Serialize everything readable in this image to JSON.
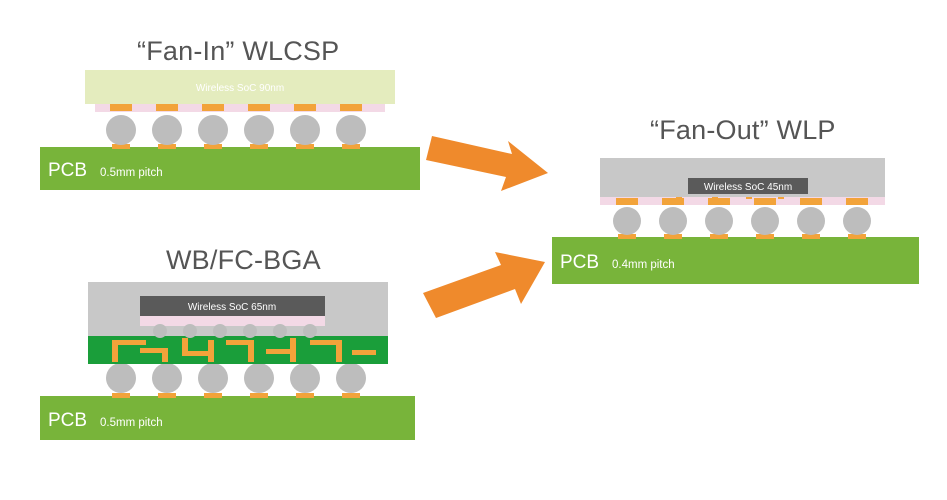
{
  "diagrams": {
    "fan_in": {
      "title": "“Fan-In” WLCSP",
      "chip_label": "Wireless SoC 90nm",
      "pcb_label": "PCB",
      "pitch_label": "0.5mm pitch"
    },
    "wb_fc": {
      "title": "WB/FC-BGA",
      "chip_label": "Wireless SoC 65nm",
      "pcb_label": "PCB",
      "pitch_label": "0.5mm pitch"
    },
    "fan_out": {
      "title": "“Fan-Out” WLP",
      "chip_label": "Wireless SoC 45nm",
      "pcb_label": "PCB",
      "pitch_label": "0.4mm pitch"
    }
  },
  "colors": {
    "pcb_green": "#78b43a",
    "substrate_green": "#1a9e3a",
    "pad_orange": "#f2a33a",
    "arrow_orange": "#ef8a2c",
    "ball_gray": "#bdbdbd",
    "mold_gray": "#c8c8c8",
    "die_dark": "#5a5a5a",
    "die_light_green": "#e4ecbe",
    "redistribution_pink": "#f3d9e6"
  }
}
